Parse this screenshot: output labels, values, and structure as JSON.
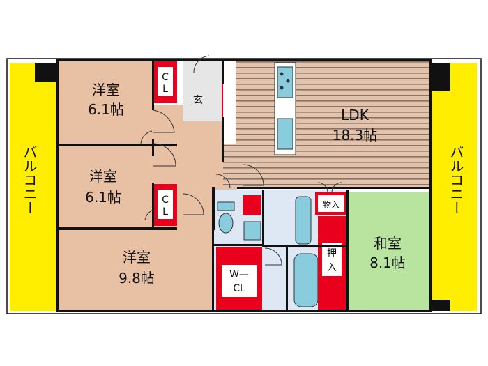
{
  "rooms": {
    "western1": {
      "name": "洋室",
      "size": "6.1帖"
    },
    "western2": {
      "name": "洋室",
      "size": "6.1帖"
    },
    "western3": {
      "name": "洋室",
      "size": "9.8帖"
    },
    "ldk": {
      "name": "LDK",
      "size": "18.3帖"
    },
    "japanese": {
      "name": "和室",
      "size": "8.1帖"
    }
  },
  "storage": {
    "closet1": "CL",
    "closet2": "CL",
    "walkin_top": "W—",
    "walkin_bottom": "CL",
    "storage_small": "物入",
    "oshiire": "押入"
  },
  "entrance": "玄",
  "balcony_left": "バルコニー",
  "balcony_right": "バルコニー",
  "colors": {
    "western": "#e8c0a4",
    "ldk": "#d9b8a0",
    "ldk_stripe": "#8c7260",
    "japanese": "#b8e4a0",
    "balcony": "#ffee00",
    "storage": "#e8001c",
    "wet": "#dde8f4",
    "fixture": "#88ccdd",
    "wall": "#111111"
  }
}
